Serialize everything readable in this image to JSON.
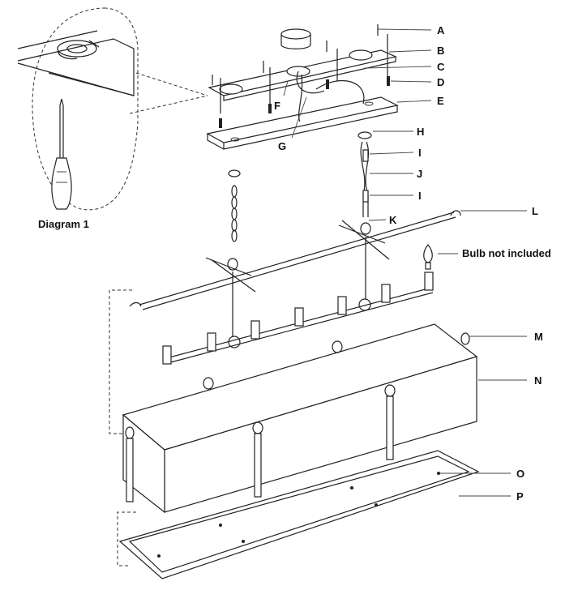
{
  "diagram": {
    "inset_title": "Diagram 1",
    "note": "Bulb not included",
    "parts": [
      "A",
      "B",
      "C",
      "D",
      "E",
      "F",
      "G",
      "H",
      "I",
      "J",
      "I",
      "K",
      "L",
      "M",
      "N",
      "O",
      "P"
    ]
  }
}
